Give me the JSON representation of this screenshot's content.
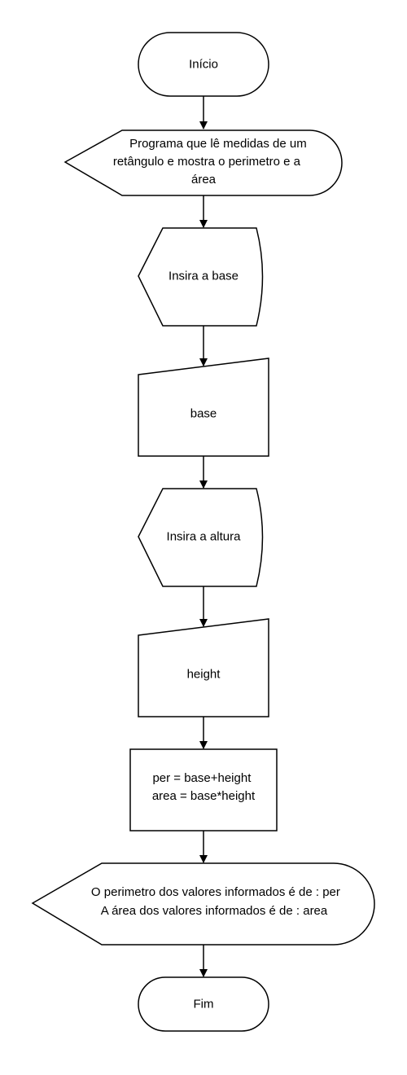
{
  "flowchart": {
    "start": {
      "label": "Início"
    },
    "display_intro": {
      "lines": [
        "Programa que lê medidas de um",
        "retângulo e mostra o perimetro e a",
        "área"
      ]
    },
    "display_base_prompt": {
      "label": "Insira a base"
    },
    "input_base": {
      "label": "base"
    },
    "display_height_prompt": {
      "label": "Insira a altura"
    },
    "input_height": {
      "label": "height"
    },
    "process_calc": {
      "lines": [
        "per = base+height",
        "area = base*height"
      ]
    },
    "display_result": {
      "lines": [
        "O perimetro dos valores informados é de : per",
        "A área dos valores informados é de : area"
      ]
    },
    "end": {
      "label": "Fim"
    }
  }
}
